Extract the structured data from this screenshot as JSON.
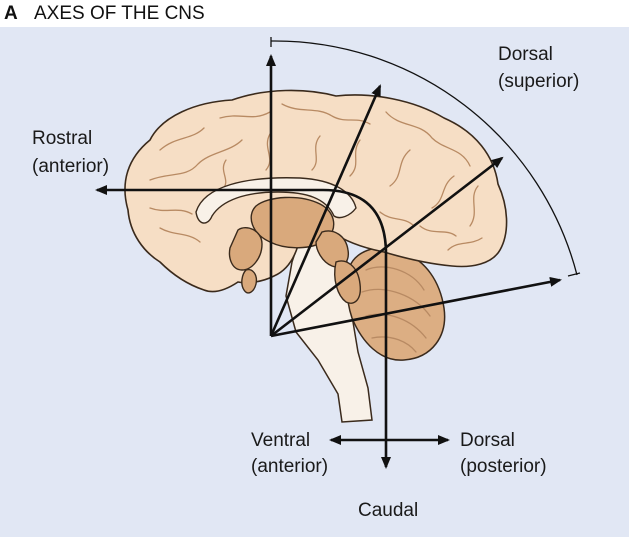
{
  "panel": {
    "letter": "A",
    "title": "AXES OF THE CNS"
  },
  "colors": {
    "background": "#e1e7f4",
    "brain": "#f6dec5",
    "deep_structures": "#d9a97c",
    "axis": "#111111"
  },
  "labels": {
    "rostral": "Rostral",
    "rostral_sub": "(anterior)",
    "dorsal_superior": "Dorsal",
    "dorsal_superior_sub": "(superior)",
    "ventral": "Ventral",
    "ventral_sub": "(anterior)",
    "dorsal_posterior": "Dorsal",
    "dorsal_posterior_sub": "(posterior)",
    "caudal": "Caudal"
  }
}
